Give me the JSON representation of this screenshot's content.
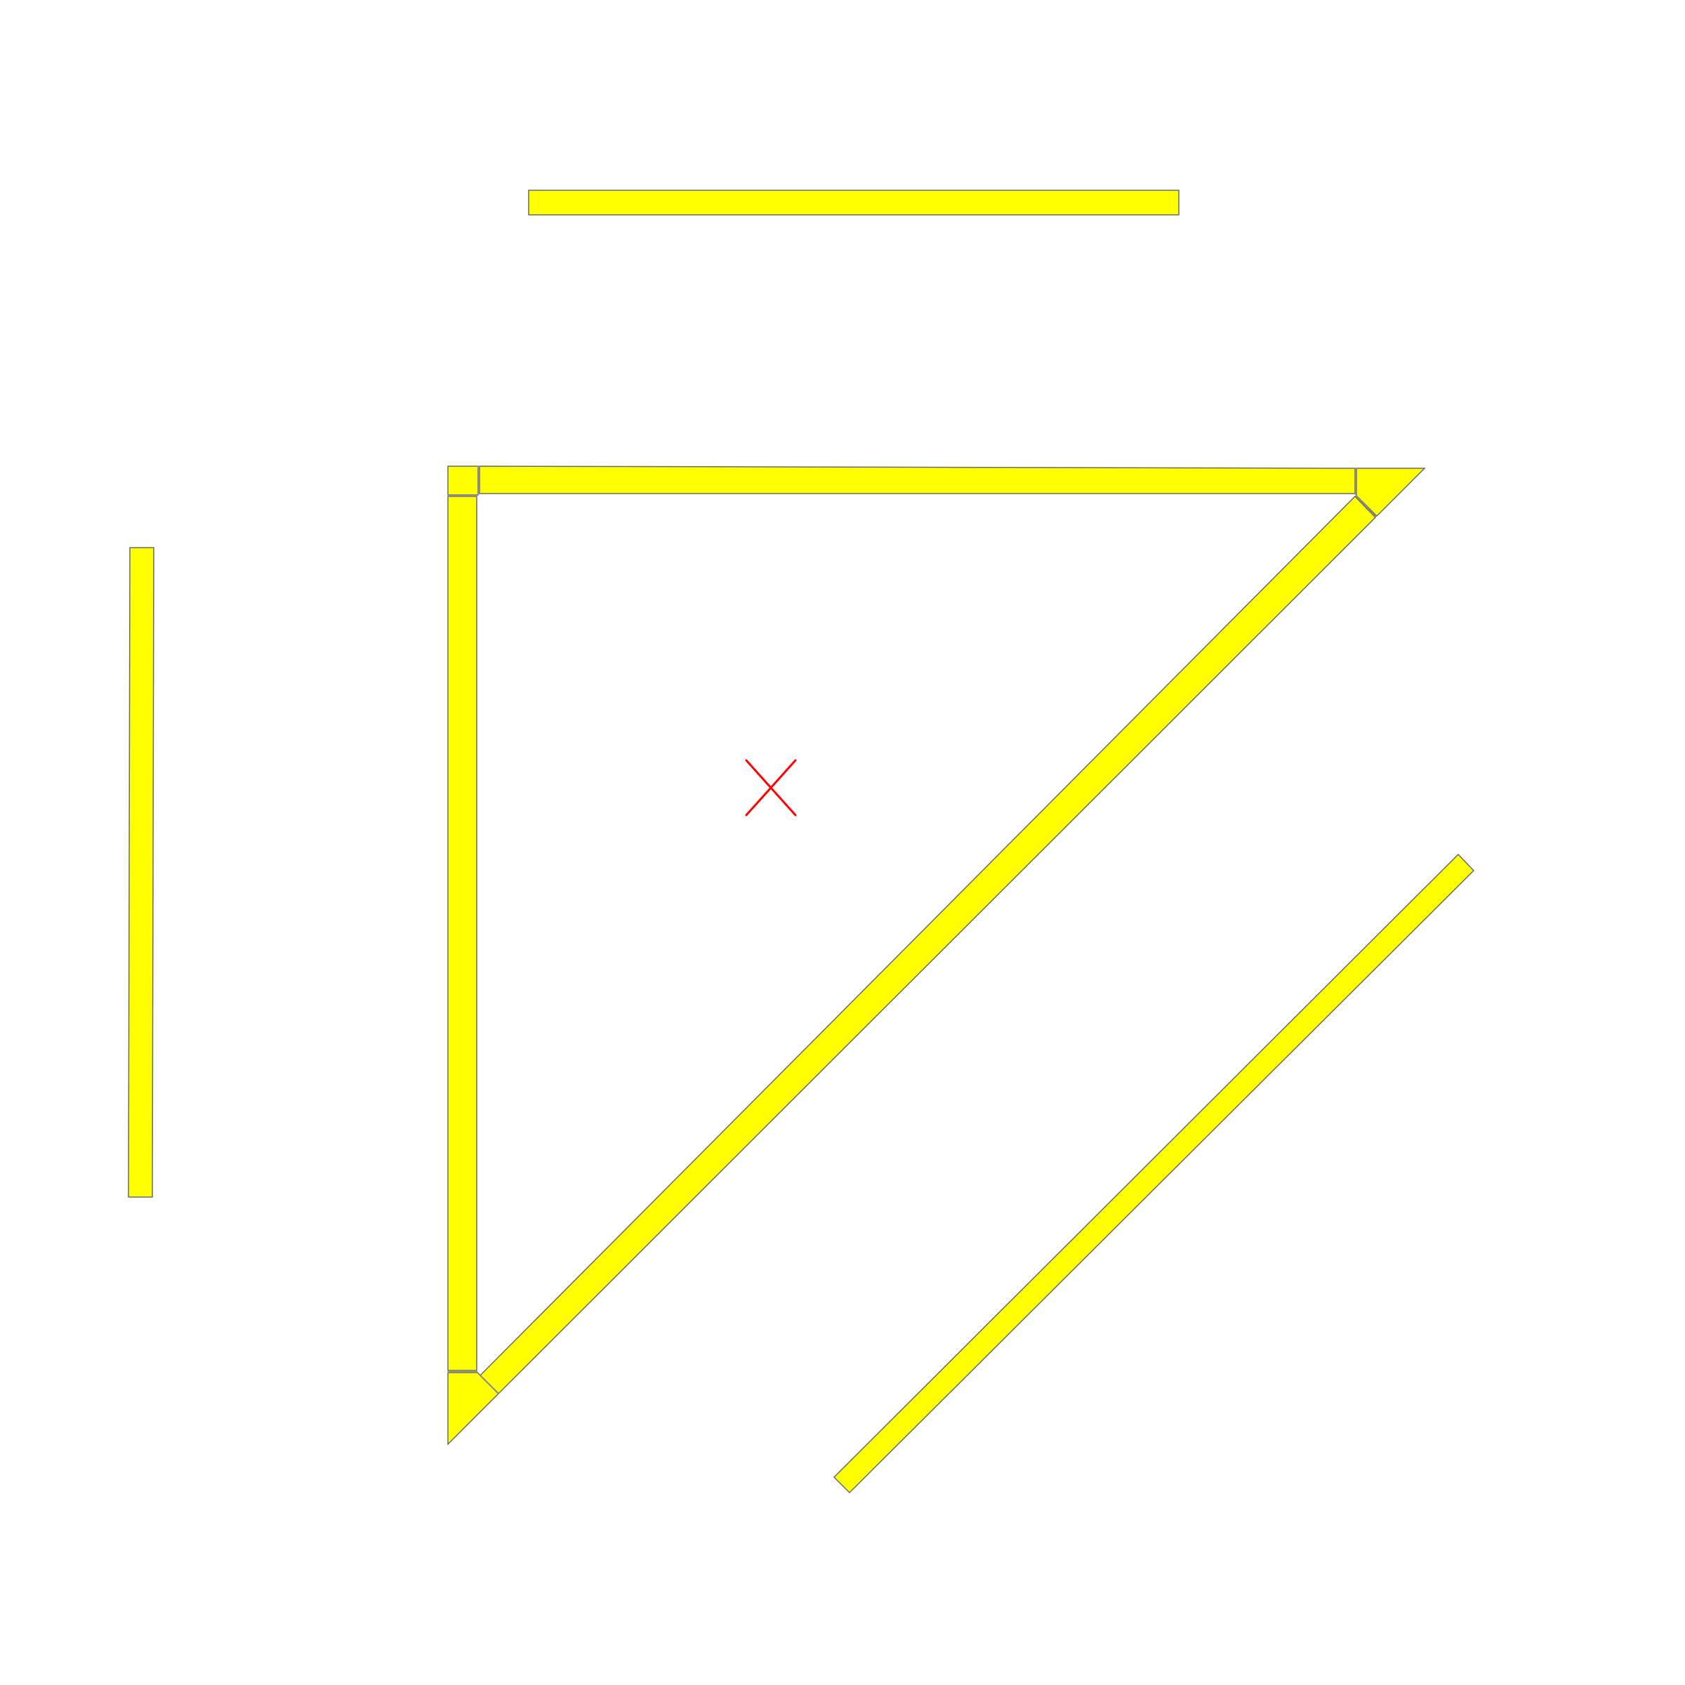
{
  "colors": {
    "background": "#fefefe",
    "beam_fill": "#ffff00",
    "beam_outline": "#6a6a6a",
    "marker": "#ff0000"
  },
  "diagram": {
    "loose_pieces": [
      "top-horizontal-bar",
      "left-vertical-bar",
      "bottom-right-diagonal-bar"
    ],
    "assembled_triangle": {
      "sides": [
        "top-side",
        "left-side",
        "hypotenuse"
      ],
      "corners": [
        "top-left-corner",
        "top-right-corner",
        "bottom-left-corner"
      ]
    },
    "marker_icon": "red-x-mark"
  }
}
